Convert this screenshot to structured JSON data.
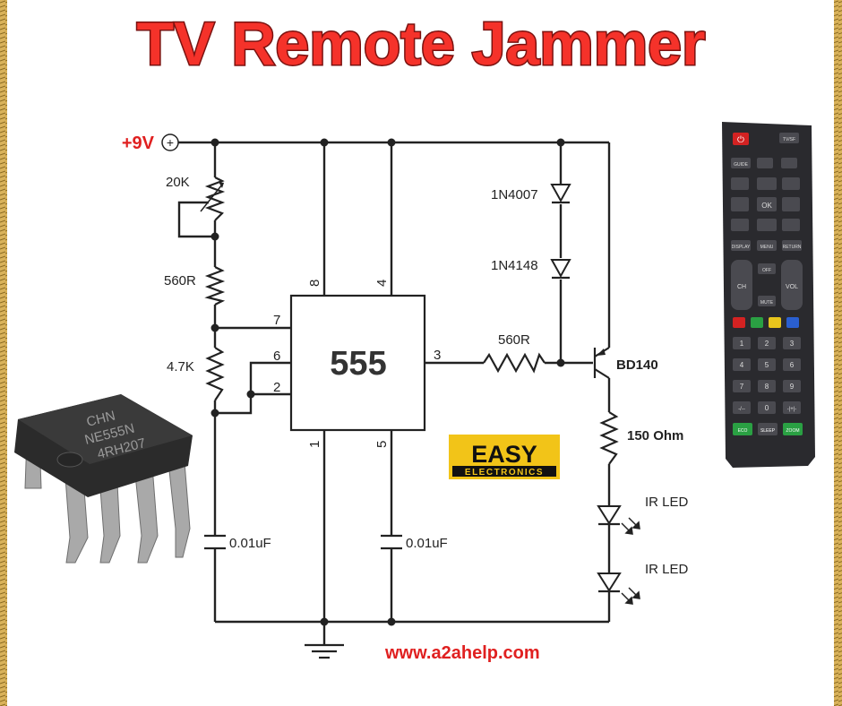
{
  "title": "TV Remote Jammer",
  "website": "www.a2ahelp.com",
  "logo": {
    "line1": "EASY",
    "line2": "ELECTRONICS"
  },
  "supply": {
    "label": "+9V",
    "symbol": "+"
  },
  "ic": {
    "label": "555",
    "pins": {
      "p8": "8",
      "p4": "4",
      "p7": "7",
      "p6": "6",
      "p2": "2",
      "p3": "3",
      "p1": "1",
      "p5": "5"
    }
  },
  "components": {
    "pot": "20K",
    "r1": "560R",
    "r2": "4.7K",
    "c1": "0.01uF",
    "c2": "0.01uF",
    "d1": "1N4007",
    "d2": "1N4148",
    "rb": "560R",
    "transistor": "BD140",
    "rled": "150 Ohm",
    "led1": "IR LED",
    "led2": "IR LED"
  },
  "chip_photo": {
    "line1": "CHN",
    "line2": "NE555N",
    "line3": "4RH207"
  },
  "remote_photo": {
    "top_right": "TV/SF",
    "row2": [
      "GUIDE"
    ],
    "ok": "OK",
    "func_row": [
      "DISPLAY",
      "MENU",
      "RETURN"
    ],
    "ch": "CH",
    "vol": "VOL",
    "off": "OFF",
    "mute": "MUTE",
    "colors": [
      "#d32222",
      "#2aa043",
      "#e8c51c",
      "#2a5fd0"
    ],
    "numbers": [
      "1",
      "2",
      "3",
      "4",
      "5",
      "6",
      "7",
      "8",
      "9",
      "-/--",
      "0",
      "-|+|-"
    ],
    "bottom": [
      "ECO",
      "SLEEP",
      "ZOOM"
    ]
  },
  "colors": {
    "title_red": "#f5322a",
    "title_outline": "#7a1210",
    "label_red": "#e02020",
    "wire": "#222222",
    "border_gold": "#c9a24a",
    "logo_yellow": "#f2c418"
  }
}
